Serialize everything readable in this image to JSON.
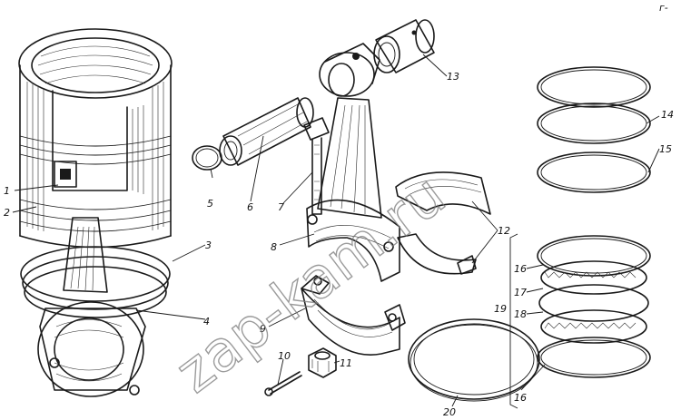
{
  "watermark": "zap-kam.ru",
  "corner_mark": "г-",
  "callouts": {
    "c1": "1",
    "c2": "2",
    "c3": "3",
    "c4": "4",
    "c5": "5",
    "c6": "6",
    "c7": "7",
    "c8": "8",
    "c9": "9",
    "c10": "10",
    "c11": "11",
    "c12": "12",
    "c13": "13",
    "c14": "14",
    "c15": "15",
    "c16a": "16",
    "c16b": "16",
    "c17": "17",
    "c18": "18",
    "c19": "19",
    "c20": "20"
  }
}
